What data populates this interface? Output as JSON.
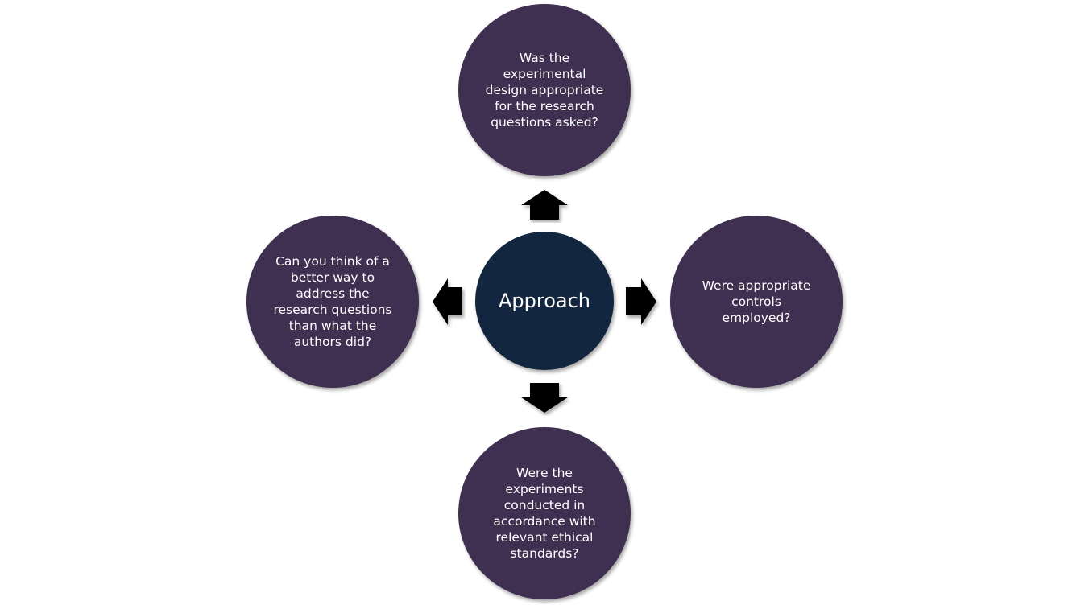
{
  "center": {
    "label": "Approach"
  },
  "nodes": {
    "top": "Was the experimental design appropriate for the research questions asked?",
    "right": "Were appropriate controls employed?",
    "bottom": "Were the experiments conducted in accordance with relevant ethical standards?",
    "left": "Can you think of a better way to address the research questions than what the authors did?"
  },
  "colors": {
    "outer": "#3f2f50",
    "center": "#13263f",
    "arrow": "#000000"
  }
}
